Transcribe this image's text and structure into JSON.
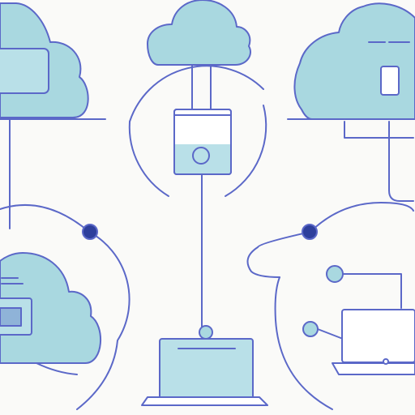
{
  "diagram": {
    "style": "flat line-art cloud network illustration",
    "colors": {
      "background": "#fafaf8",
      "stroke": "#5b68c8",
      "cloud_fill": "#a9d8e0",
      "device_fill": "#b9e0e8",
      "node_dark": "#2e3f9c",
      "node_light": "#a9d8e0"
    },
    "clouds": [
      {
        "id": "cloud-top-left",
        "icon": "cloud-icon",
        "device": "tablet-icon"
      },
      {
        "id": "cloud-top-center",
        "icon": "cloud-icon",
        "device": "server-icon"
      },
      {
        "id": "cloud-top-right",
        "icon": "cloud-icon",
        "device": "phone-icon"
      },
      {
        "id": "cloud-bottom-left",
        "icon": "cloud-icon",
        "device": "monitor-icon"
      }
    ],
    "devices": [
      {
        "id": "laptop-center",
        "icon": "laptop-icon"
      },
      {
        "id": "laptop-right",
        "icon": "laptop-icon"
      }
    ],
    "nodes": [
      {
        "id": "node-left",
        "kind": "dark"
      },
      {
        "id": "node-right",
        "kind": "dark"
      },
      {
        "id": "node-center-top",
        "kind": "light"
      },
      {
        "id": "node-center-bottom",
        "kind": "light"
      },
      {
        "id": "node-right-upper",
        "kind": "light"
      },
      {
        "id": "node-right-lower",
        "kind": "light"
      }
    ]
  }
}
